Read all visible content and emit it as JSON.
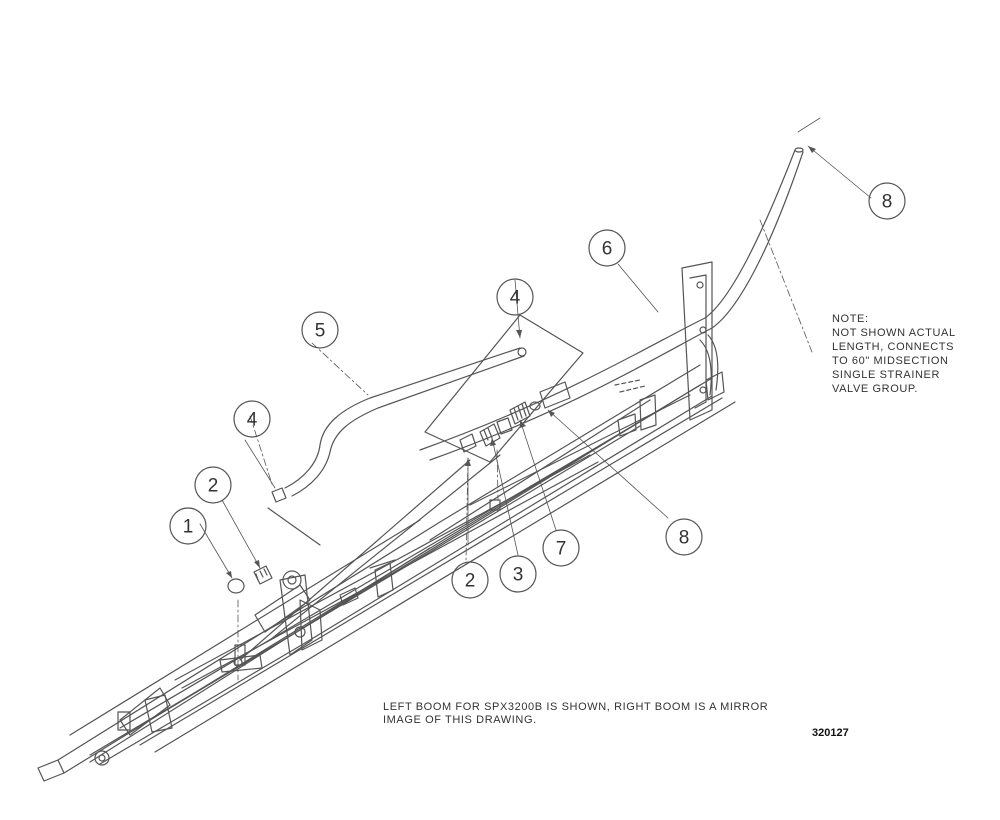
{
  "callouts": [
    {
      "id": "c1",
      "label": "1"
    },
    {
      "id": "c2a",
      "label": "2"
    },
    {
      "id": "c2b",
      "label": "2"
    },
    {
      "id": "c3",
      "label": "3"
    },
    {
      "id": "c4a",
      "label": "4"
    },
    {
      "id": "c4b",
      "label": "4"
    },
    {
      "id": "c5",
      "label": "5"
    },
    {
      "id": "c6",
      "label": "6"
    },
    {
      "id": "c7",
      "label": "7"
    },
    {
      "id": "c8a",
      "label": "8"
    },
    {
      "id": "c8b",
      "label": "8"
    }
  ],
  "note": {
    "lines": [
      "NOTE:",
      "NOT SHOWN ACTUAL",
      "LENGTH, CONNECTS",
      "TO 60\" MIDSECTION",
      "SINGLE STRAINER",
      "VALVE GROUP."
    ]
  },
  "caption": {
    "lines": [
      "LEFT BOOM FOR SPX3200B IS SHOWN, RIGHT BOOM IS A MIRROR",
      "IMAGE OF THIS DRAWING."
    ]
  },
  "drawing_number": "320127",
  "colors": {
    "line": "#555555",
    "text": "#333333",
    "background": "#ffffff"
  }
}
